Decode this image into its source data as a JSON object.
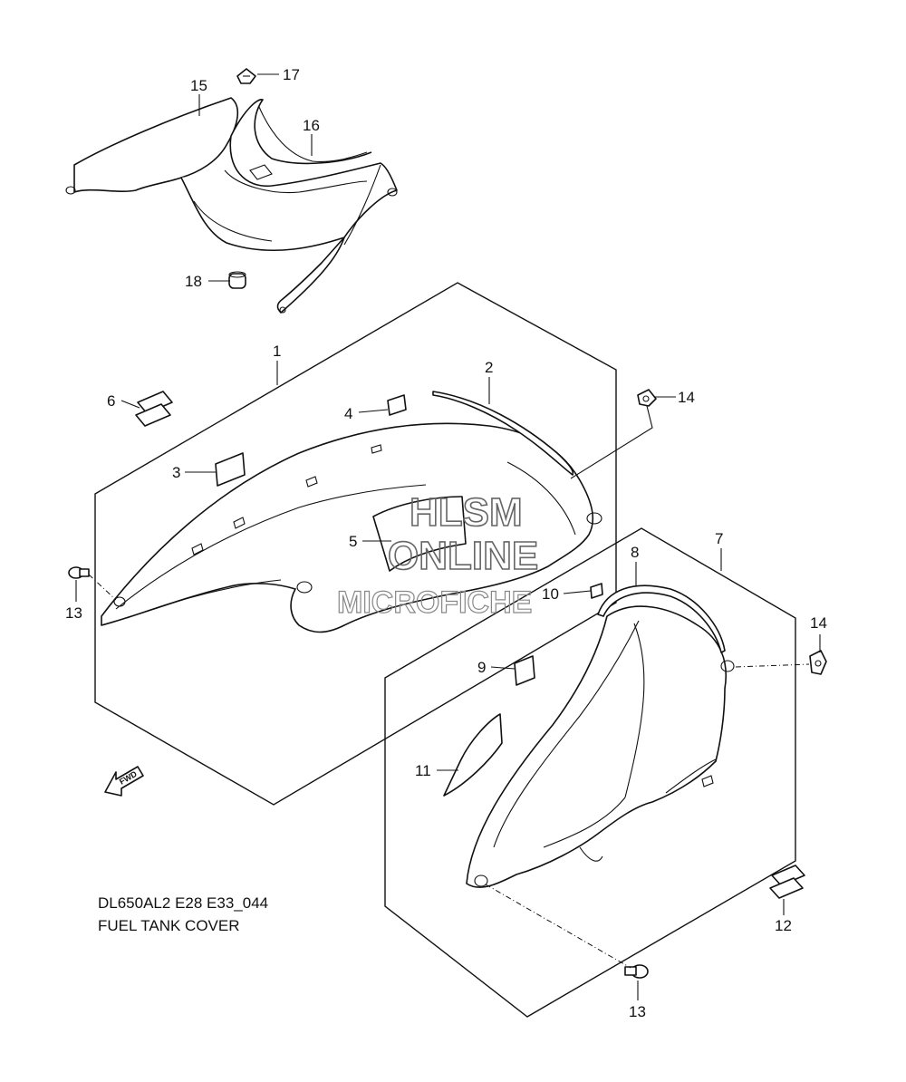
{
  "callouts": [
    {
      "id": "c15",
      "label": "15"
    },
    {
      "id": "c17",
      "label": "17"
    },
    {
      "id": "c16",
      "label": "16"
    },
    {
      "id": "c18",
      "label": "18"
    },
    {
      "id": "c1",
      "label": "1"
    },
    {
      "id": "c2",
      "label": "2"
    },
    {
      "id": "c6",
      "label": "6"
    },
    {
      "id": "c4",
      "label": "4"
    },
    {
      "id": "c14a",
      "label": "14"
    },
    {
      "id": "c3",
      "label": "3"
    },
    {
      "id": "c5",
      "label": "5"
    },
    {
      "id": "c13a",
      "label": "13"
    },
    {
      "id": "c7",
      "label": "7"
    },
    {
      "id": "c8",
      "label": "8"
    },
    {
      "id": "c10",
      "label": "10"
    },
    {
      "id": "c14b",
      "label": "14"
    },
    {
      "id": "c9",
      "label": "9"
    },
    {
      "id": "c11",
      "label": "11"
    },
    {
      "id": "c12",
      "label": "12"
    },
    {
      "id": "c13b",
      "label": "13"
    }
  ],
  "caption": {
    "model_code": "DL650AL2 E28 E33_044",
    "title": "FUEL TANK COVER"
  },
  "watermark": {
    "line1": "HLSM",
    "line2": "ONLINE",
    "line3": "MICROFICHE"
  },
  "fwd_label": "FWD",
  "colors": {
    "ink": "#111111",
    "background": "#ffffff",
    "watermark": "#777777"
  }
}
